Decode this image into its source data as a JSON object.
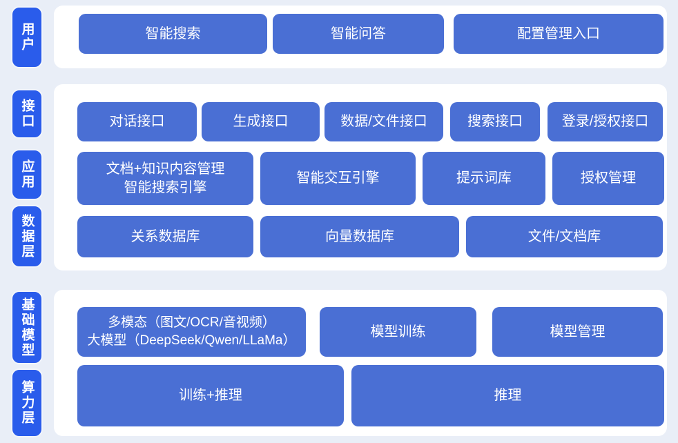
{
  "colors": {
    "background": "#e9eef7",
    "panel": "#ffffff",
    "layer_pill_blue": "#2a5ceb",
    "node_blue": "#4a6fd4",
    "text_white": "#ffffff"
  },
  "layers": {
    "user": {
      "label": "用户",
      "buttons": [
        "智能搜索",
        "智能问答",
        "配置管理入口"
      ]
    },
    "interface": {
      "label": "接口",
      "buttons": [
        "对话接口",
        "生成接口",
        "数据/文件接口",
        "搜索接口",
        "登录/授权接口"
      ]
    },
    "application": {
      "label": "应用",
      "buttons": [
        "文档+知识内容管理\n智能搜索引擎",
        "智能交互引擎",
        "提示词库",
        "授权管理"
      ]
    },
    "data": {
      "label": "数据层",
      "buttons": [
        "关系数据库",
        "向量数据库",
        "文件/文档库"
      ]
    },
    "foundation": {
      "label": "基础模型",
      "buttons": [
        "多模态（图文/OCR/音视频）\n大模型（DeepSeek/Qwen/LLaMa）",
        "模型训练",
        "模型管理"
      ]
    },
    "compute": {
      "label": "算力层",
      "buttons": [
        "训练+推理",
        "推理"
      ]
    }
  }
}
